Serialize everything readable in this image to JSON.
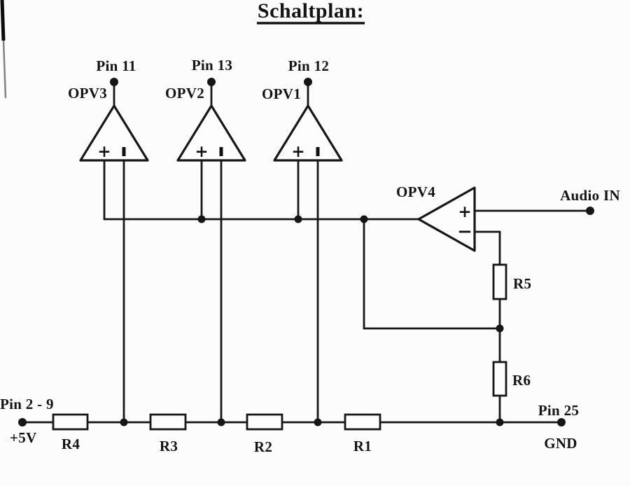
{
  "page": {
    "title": "Schaltplan:"
  },
  "colors": {
    "ink": "#161616",
    "paper": "#fcfcfc"
  },
  "symbols": {
    "plus": "+",
    "minus": "−"
  },
  "opamps": [
    {
      "label": "OPV3",
      "pin_label": "Pin 11"
    },
    {
      "label": "OPV2",
      "pin_label": "Pin 13"
    },
    {
      "label": "OPV1",
      "pin_label": "Pin 12"
    },
    {
      "label": "OPV4"
    }
  ],
  "resistors": {
    "r1": "R1",
    "r2": "R2",
    "r3": "R3",
    "r4": "R4",
    "r5": "R5",
    "r6": "R6"
  },
  "terminals": {
    "supply": {
      "pin": "Pin 2 - 9",
      "voltage": "+5V"
    },
    "ground": {
      "pin": "Pin 25",
      "name": "GND"
    },
    "audio": {
      "label": "Audio IN"
    }
  }
}
